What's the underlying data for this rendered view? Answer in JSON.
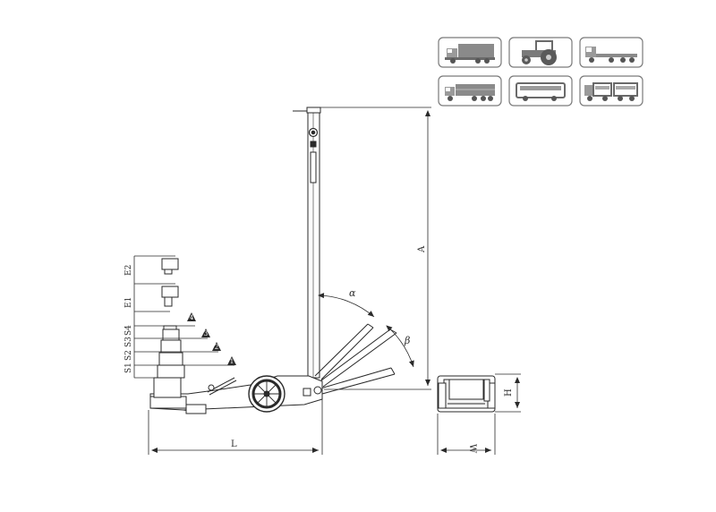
{
  "dimensions": {
    "A": "A",
    "L": "L",
    "W": "W",
    "H": "H",
    "alpha": "α",
    "beta": "β"
  },
  "stage_labels": [
    "S1",
    "S2",
    "S3",
    "S4",
    "E1",
    "E2"
  ],
  "stage_markers": [
    "1",
    "2",
    "3",
    "4"
  ],
  "vehicle_icons": [
    {
      "icon": "box-truck-icon"
    },
    {
      "icon": "tractor-icon"
    },
    {
      "icon": "flatbed-truck-icon"
    },
    {
      "icon": "long-truck-icon"
    },
    {
      "icon": "bus-icon"
    },
    {
      "icon": "truck-trailer-icon"
    }
  ],
  "colors": {
    "line": "#2a2a2a",
    "icon": "#7a7a7a",
    "fill": "#f4f4f4"
  }
}
